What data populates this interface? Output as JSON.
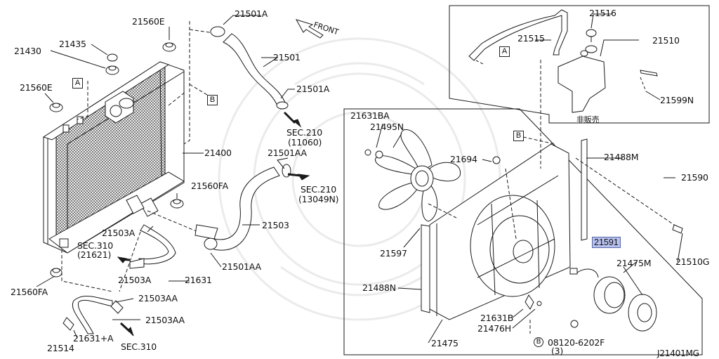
{
  "part_labels": {
    "p21560E_top": "21560E",
    "p21501A_top": "21501A",
    "p21435": "21435",
    "p21430": "21430",
    "p21501": "21501",
    "p21501A_mid": "21501A",
    "p21560E_left": "21560E",
    "p21400": "21400",
    "p21501AA_top": "21501AA",
    "p21560FA_mid": "21560FA",
    "p21503": "21503",
    "p21503A_upper": "21503A",
    "p21501AA_bot": "21501AA",
    "p21503A_lower": "21503A",
    "p21631": "21631",
    "p21560FA_left": "21560FA",
    "p21503AA_1": "21503AA",
    "p21503AA_2": "21503AA",
    "p21631A": "21631+A",
    "p21514": "21514",
    "p21515": "21515",
    "p21516": "21516",
    "p21510": "21510",
    "p21599N": "21599N",
    "p21631BA": "21631BA",
    "p21495N": "21495N",
    "p21694": "21694",
    "p21488M": "21488M",
    "p21590": "21590",
    "p21597": "21597",
    "p21591": "21591",
    "p21475M": "21475M",
    "p21510G": "21510G",
    "p21488N": "21488N",
    "p21631B": "21631B",
    "p21476H": "21476H",
    "p21475": "21475",
    "bolt_code": "08120-6202F",
    "bolt_qty": "(3)",
    "bolt_circle": "B"
  },
  "refs": {
    "sec210_a": "SEC.210",
    "sec210_a_sub": "(11060)",
    "sec210_b": "SEC.210",
    "sec210_b_sub": "(13049N)",
    "sec310_a": "SEC.310",
    "sec310_a_sub": "(21621)",
    "sec310_b": "SEC.310",
    "front": "FRONT",
    "not_for_sale": "非販売"
  },
  "markers": {
    "A_left": "A",
    "B_left": "B",
    "A_reservoir": "A",
    "B_shroud": "B"
  },
  "diagram_id": "J21401MG",
  "colors": {
    "line": "#1a1a1a",
    "highlight": "#b9c2ee",
    "watermark": "#e9e9e9"
  }
}
